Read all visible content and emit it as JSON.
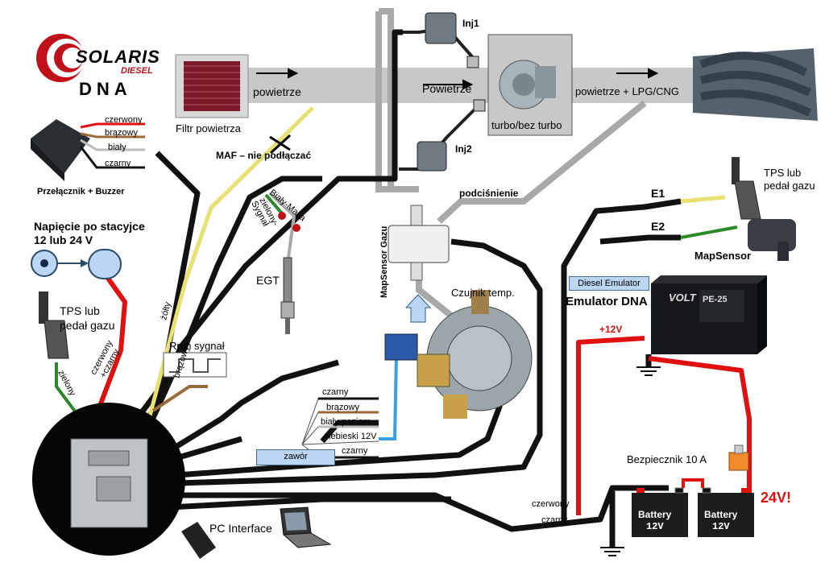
{
  "brand": {
    "logo_word": "SOLARIS",
    "logo_sub": "DIESEL",
    "product": "DNA"
  },
  "colors": {
    "wire_black": "#111111",
    "wire_red": "#e01010",
    "wire_yellow": "#e8e070",
    "wire_green": "#2a8a2a",
    "wire_gray": "#a9a9a9",
    "wire_blue": "#3aa0e0",
    "wire_brown": "#9a6a3a",
    "duct": "#c8c8c8",
    "label_box": "#bbd6f2"
  },
  "air_path": {
    "filter_label": "Filtr powietrza",
    "air_label_1": "powietrze",
    "air_label_2": "Powietrze",
    "turbo_label": "turbo/bez turbo",
    "mix_label": "powietrze + LPG/CNG",
    "maf_label": "MAF – nie podłączać",
    "inj1": "Inj1",
    "inj2": "Inj2"
  },
  "switch": {
    "title": "Przełącznik + Buzzer",
    "wires": [
      "czerwony",
      "brązowy",
      "biały",
      "czarny"
    ]
  },
  "ignition": {
    "title_line1": "Napięcie po stacyjce",
    "title_line2": "12 lub 24 V"
  },
  "tps_left": {
    "line1": "TPS lub",
    "line2": "pedał gazu",
    "wire_green": "zielony",
    "wire_red": "czerwony",
    "wire_black": "+czarny"
  },
  "yellow_wire": "żółty",
  "brown_wire": "brązowy",
  "rpm": "Rpm sygnał",
  "egt": {
    "label": "EGT",
    "wire1": "Biały-Masa",
    "wire2": "zielony-",
    "wire3": "Sygnał"
  },
  "map_gas": {
    "label": "MapSensor Gazu",
    "vacuum": "podciśnienie"
  },
  "temp_sensor": "Czujnik temp.",
  "valve": {
    "label": "zawór",
    "wires": [
      "czarny",
      "brązowy",
      "biały-poziom",
      "niebieski  12V",
      "czarny"
    ]
  },
  "emulator": {
    "box_label": "Diesel Emulator",
    "title": "Emulator DNA",
    "plus12": "+12V",
    "brand": "VOLT",
    "model": "PE-25"
  },
  "right_sensors": {
    "e1": "E1",
    "e2": "E2",
    "tps_line1": "TPS lub",
    "tps_line2": "pedał gazu",
    "map_label": "MapSensor"
  },
  "power": {
    "fuse": "Bezpiecznik 10 A",
    "battery_label": "Battery",
    "battery_volt": "12V",
    "total": "24V!",
    "wire_red": "czerwony",
    "wire_black": "czarny"
  },
  "pc": "PC Interface"
}
